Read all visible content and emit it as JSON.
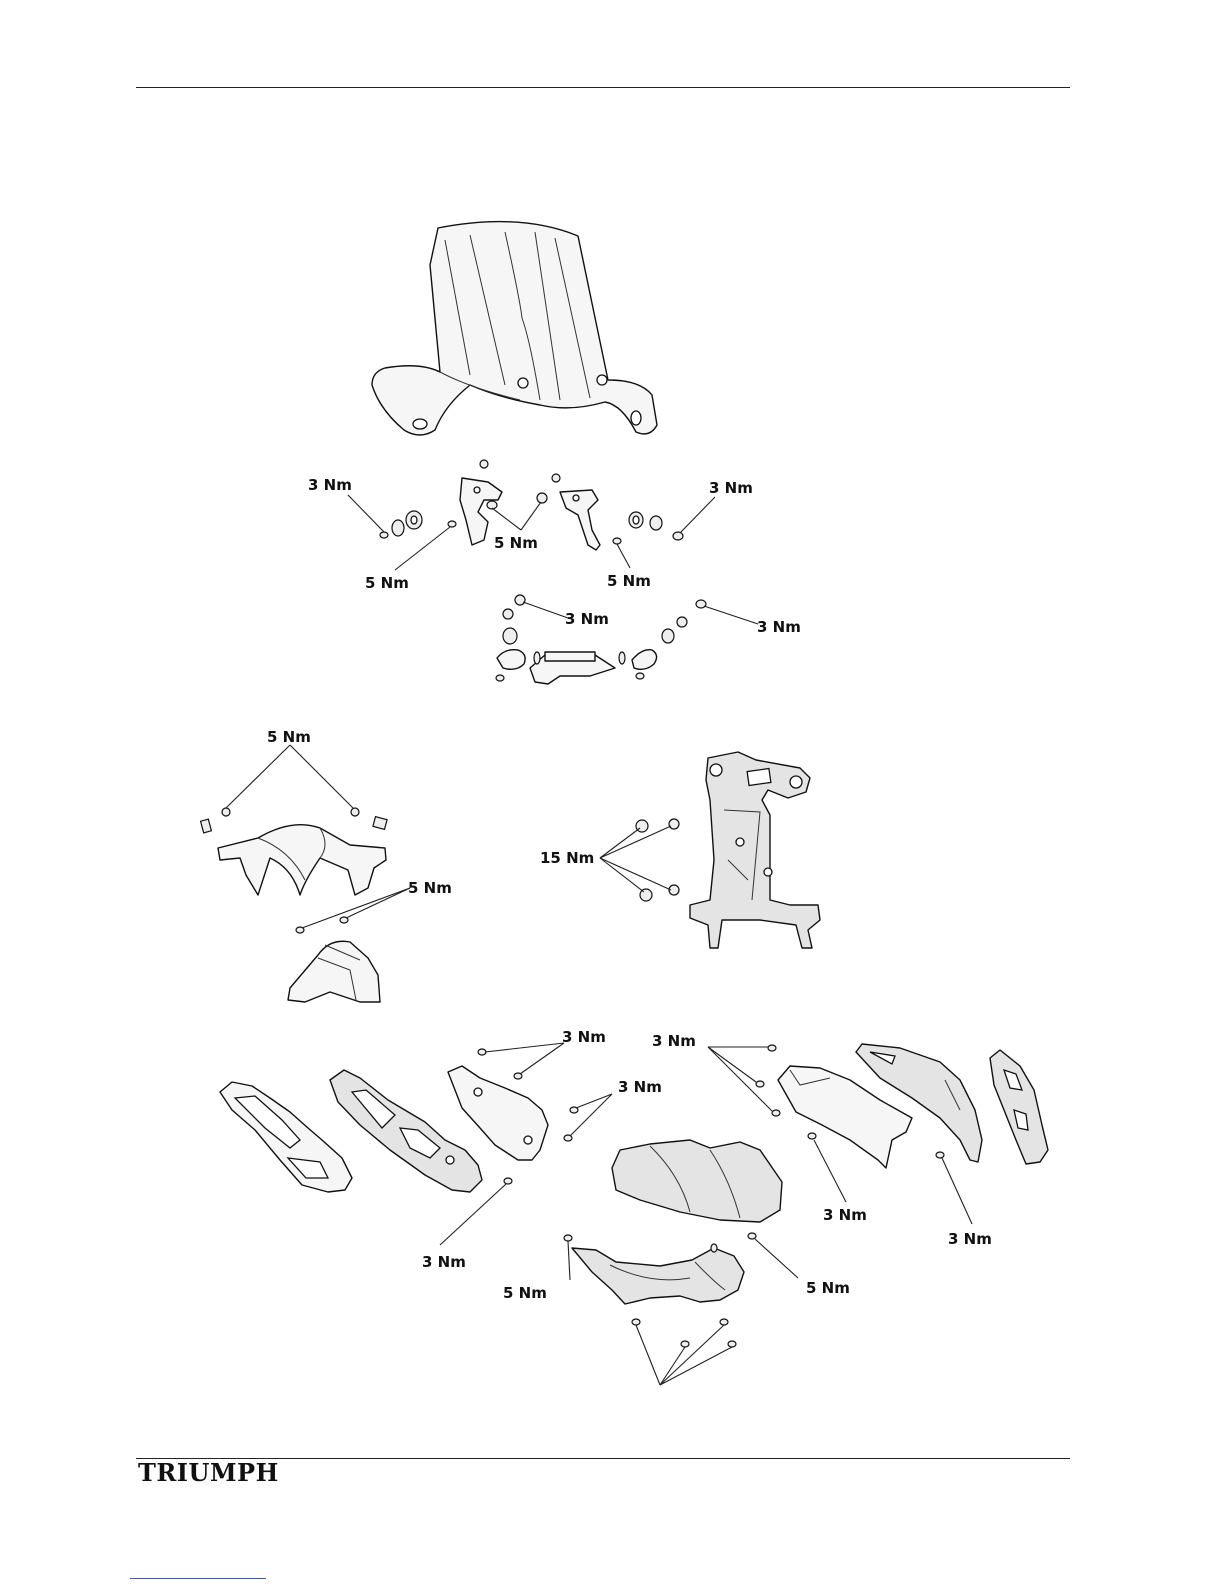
{
  "brand": {
    "logo_text": "TRIUMPH"
  },
  "torque_labels": {
    "windscreen_bracket_left_outer": "3 Nm",
    "windscreen_bracket_left_lower": "5 Nm",
    "windscreen_bracket_center": "5 Nm",
    "windscreen_bracket_right_lower": "5 Nm",
    "windscreen_bracket_right_outer": "3 Nm",
    "mount_left": "3 Nm",
    "mount_right": "3 Nm",
    "cockpit_cover_upper": "5 Nm",
    "cockpit_cover_lower": "5 Nm",
    "frame_mount": "15 Nm",
    "side_panel_upper": "3 Nm",
    "side_panel_middle": "3 Nm",
    "side_panel_lower": "3 Nm",
    "right_panel_upper": "3 Nm",
    "right_panel_lower": "3 Nm",
    "rear_panel": "3 Nm",
    "belly_pan_left": "5 Nm",
    "belly_pan_right": "5 Nm"
  }
}
